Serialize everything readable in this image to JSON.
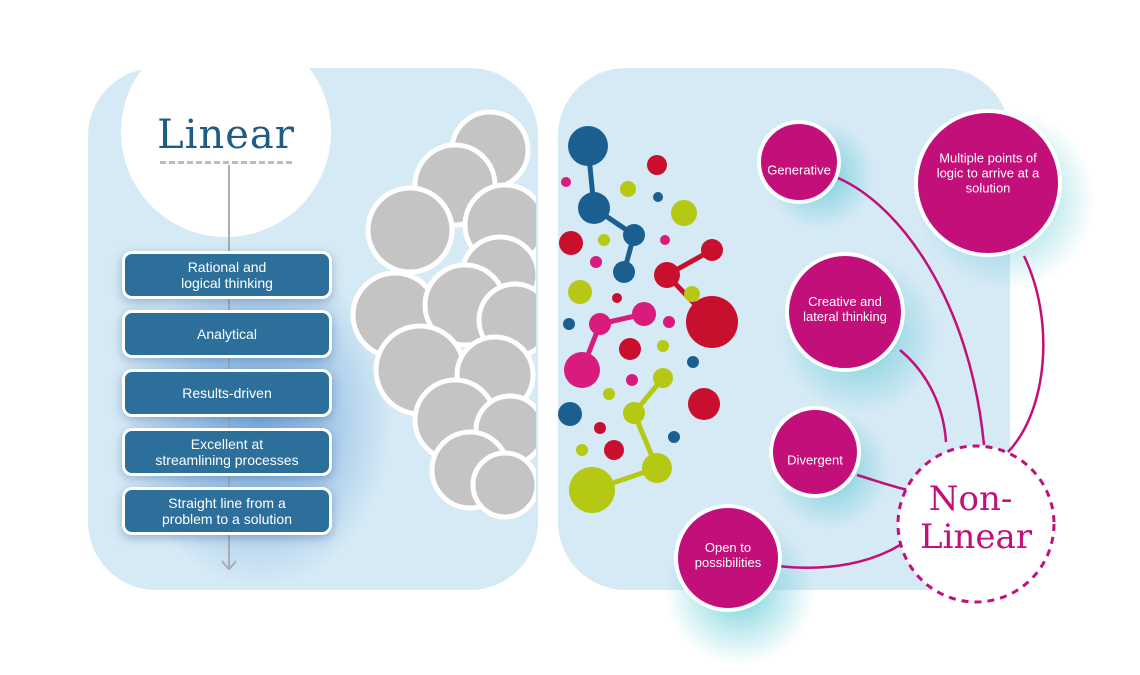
{
  "linear": {
    "title": "Linear",
    "items": [
      "Rational and\nlogical thinking",
      "Analytical",
      "Results-driven",
      "Excellent at\nstreamlining processes",
      "Straight line from a\nproblem to a solution"
    ]
  },
  "nonlinear": {
    "title": "Non-\nLinear",
    "items": [
      {
        "label": "Generative"
      },
      {
        "label": "Multiple points of\nlogic to arrive at  a\nsolution"
      },
      {
        "label": "Creative and\nlateral thinking"
      },
      {
        "label": "Divergent"
      },
      {
        "label": "Open to\npossibilities"
      }
    ]
  },
  "colors": {
    "panel": "#d6eaf5",
    "linear_blue": "#2c6f9b",
    "title_blue": "#1d5c86",
    "magenta": "#c20f7a",
    "brain_grey": "#c4c4c4",
    "dot_navy": "#1a5f8f",
    "dot_red": "#c8102e",
    "dot_lime": "#b5c814",
    "dot_magenta": "#d81b7d",
    "glow_cyan": "#58c7d3"
  },
  "icons": [
    "brain-icon",
    "molecule-network-icon",
    "down-arrow-icon"
  ]
}
